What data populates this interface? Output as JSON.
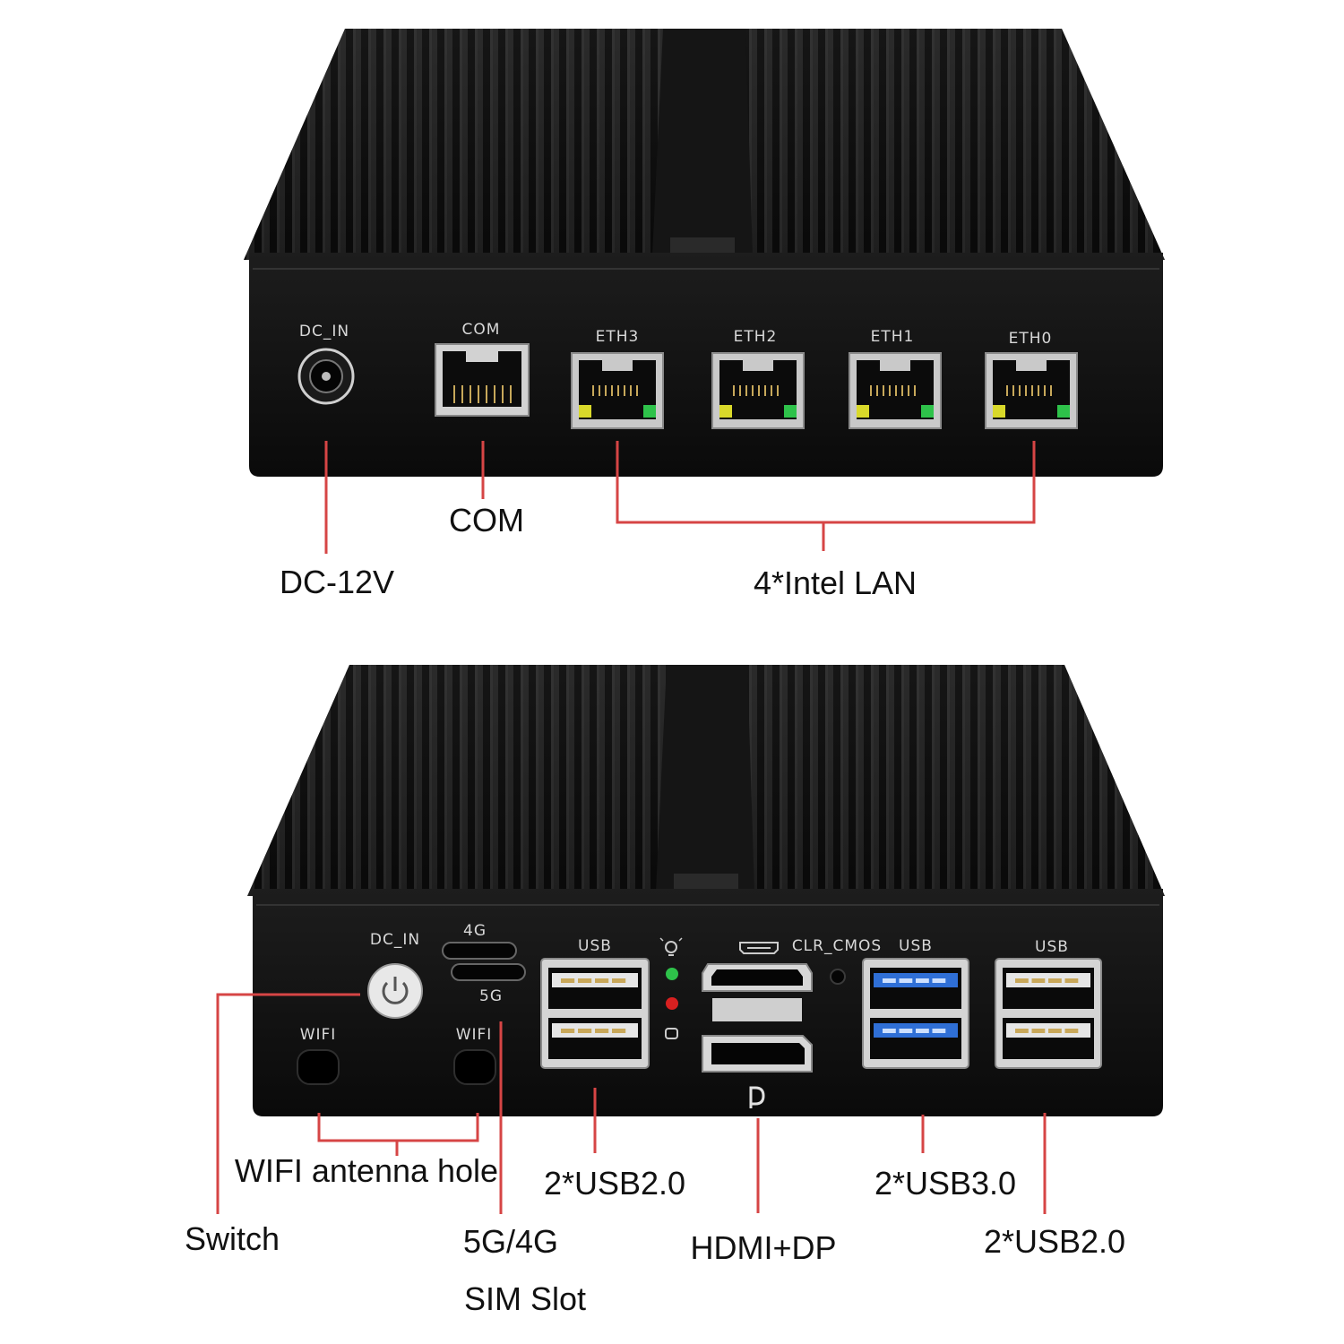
{
  "colors": {
    "chassis": "#141414",
    "fins": "#1c1c1c",
    "leader": "#d64545",
    "port_metal": "#c9c9c9",
    "usb3_blue": "#2f6fd6",
    "led_green": "#2ec24a",
    "led_yellow": "#d9d92a",
    "led_red": "#d82020"
  },
  "top_view": {
    "silkscreen": {
      "dc_in": "DC_IN",
      "com": "COM",
      "eth3": "ETH3",
      "eth2": "ETH2",
      "eth1": "ETH1",
      "eth0": "ETH0"
    },
    "callouts": {
      "com": "COM",
      "dc": "DC-12V",
      "lan": "4*Intel LAN"
    }
  },
  "bottom_view": {
    "silkscreen": {
      "dc_in": "DC_IN",
      "sim_4g": "4G",
      "sim_5g": "5G",
      "usb_a": "USB",
      "clr_cmos": "CLR_CMOS",
      "usb_b": "USB",
      "usb_c": "USB",
      "wifi_left": "WIFI",
      "wifi_right": "WIFI"
    },
    "callouts": {
      "wifi": "WIFI antenna hole",
      "usb20_left": "2*USB2.0",
      "usb30": "2*USB3.0",
      "switch": "Switch",
      "sim_line1": "5G/4G",
      "sim_line2": "SIM Slot",
      "hdmi_dp": "HDMI+DP",
      "usb20_right": "2*USB2.0"
    }
  }
}
